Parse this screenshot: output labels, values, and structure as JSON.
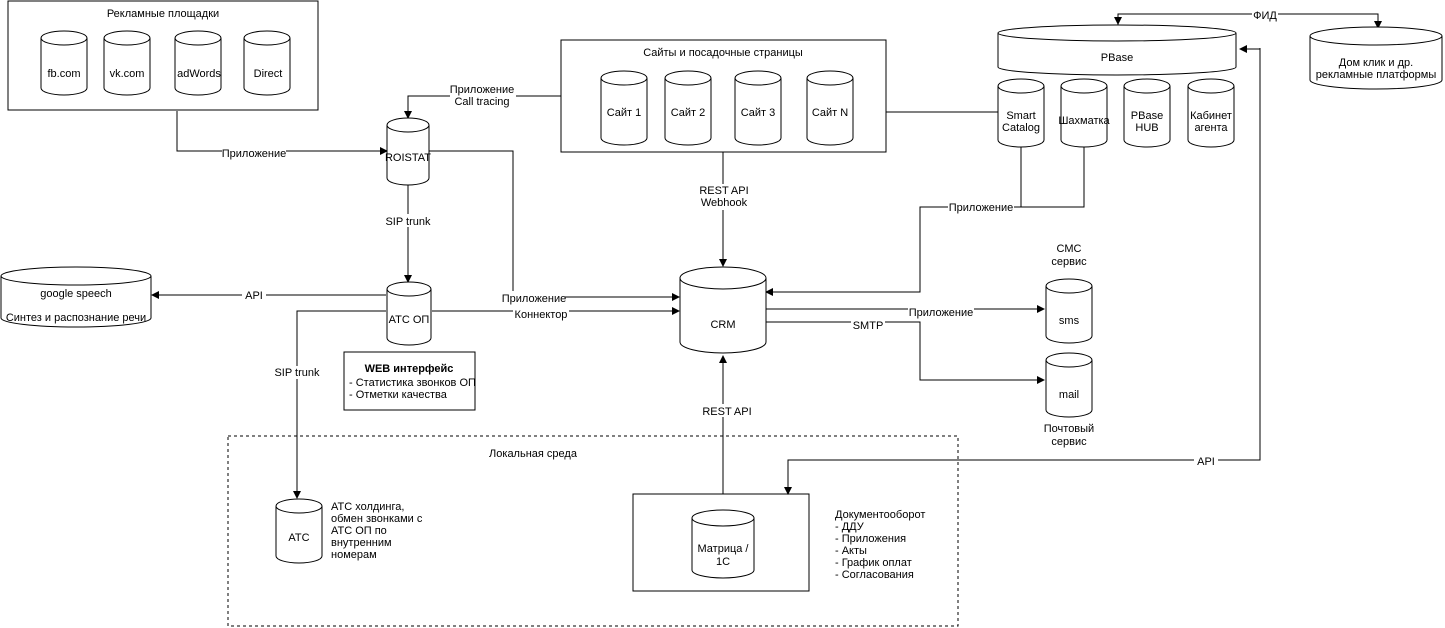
{
  "groups": {
    "ad_platforms": "Рекламные площадки",
    "sites": "Сайты и посадочные страницы",
    "local": "Локальная среда"
  },
  "nodes": {
    "fb": "fb.com",
    "vk": "vk.com",
    "adwords": "adWords",
    "direct": "Direct",
    "site1": "Сайт 1",
    "site2": "Сайт 2",
    "site3": "Сайт 3",
    "siteN": "Сайт N",
    "pbase": "PBase",
    "smart_catalog_1": "Smart",
    "smart_catalog_2": "Catalog",
    "shakhmatka": "Шахматка",
    "pbase_hub_1": "PBase",
    "pbase_hub_2": "HUB",
    "kabinet_1": "Кабинет",
    "kabinet_2": "агента",
    "domklik_1": "Дом клик и  др.",
    "domklik_2": "рекламные платформы",
    "roistat": "ROISTAT",
    "google_1": "google speech",
    "google_2": "Синтез и распознание речи",
    "ats_op": "АТС ОП",
    "crm": "CRM",
    "sms": "sms",
    "mail": "mail",
    "ats": "АТС",
    "matrica_1": "Матрица /",
    "matrica_2": "1С"
  },
  "labels": {
    "prilozhenie_left": "Приложение",
    "call_tracing_1": "Приложение",
    "call_tracing_2": "Call tracing",
    "sip_trunk_1": "SIP trunk",
    "sip_trunk_2": "SIP trunk",
    "api_google": "API",
    "prilozhenie_crm": "Приложение",
    "konnektor": "Коннектор",
    "rest_api_top_1": "REST API",
    "rest_api_top_2": "Webhook",
    "prilozhenie_right": "Приложение",
    "fid": "ФИД",
    "sms_service_1": "СМС",
    "sms_service_2": "сервис",
    "prilozhenie_sms": "Приложение",
    "smtp": "SMTP",
    "mail_service_1": "Почтовый",
    "mail_service_2": "сервис",
    "rest_api_bottom": "REST API",
    "api_right": "API"
  },
  "notes": {
    "web_title": "WEB интерфейс",
    "web_1": "- Статистика звонков ОП",
    "web_2": "- Отметки качества",
    "ats_1": "АТС холдинга,",
    "ats_2": "обмен звонками с",
    "ats_3": "АТС ОП по",
    "ats_4": "внутренним",
    "ats_5": "номерам",
    "docs_title": "Документооборот",
    "docs_1": "- ДДУ",
    "docs_2": "- Приложения",
    "docs_3": "- Акты",
    "docs_4": "- График оплат",
    "docs_5": "- Согласования"
  }
}
